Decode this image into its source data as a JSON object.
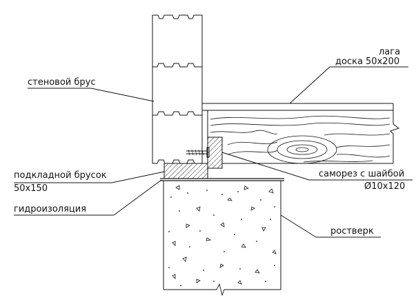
{
  "labels": {
    "wall_beam": "стеновой брус",
    "joist_title": "лага",
    "joist_spec": "доска 50х200",
    "sill_title": "подкладной брусок",
    "sill_spec": "50х150",
    "waterproofing": "гидроизоляция",
    "screw_title": "саморез с шайбой",
    "screw_spec": "Ø10х120",
    "grillage": "ростверк"
  },
  "colors": {
    "line": "#111111",
    "background": "#ffffff"
  }
}
